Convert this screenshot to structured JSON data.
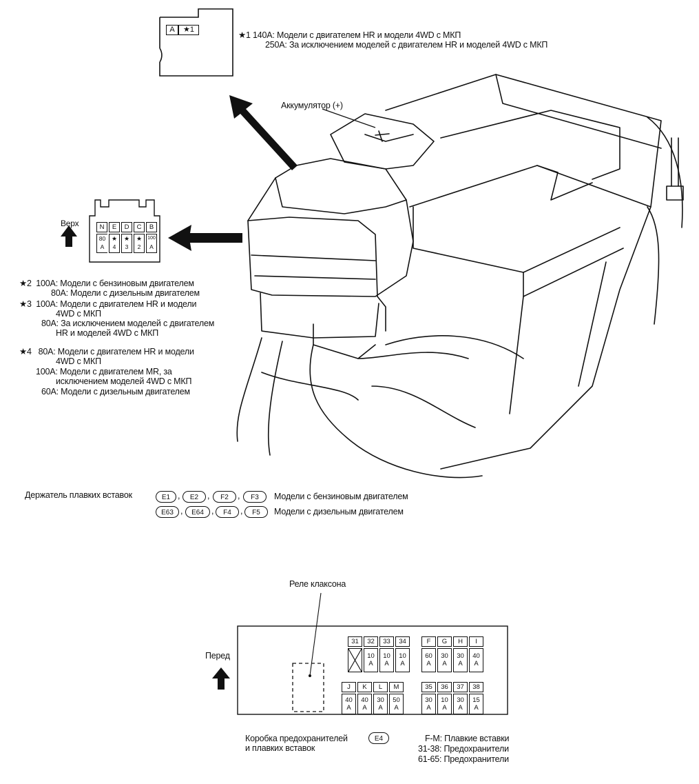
{
  "connector_top": {
    "label_A": "A",
    "label_star": "★1"
  },
  "note_star1": {
    "line1": "★1 140A: Модели с двигателем HR и модели 4WD с МКП",
    "line2": "250A: За исключением моделей с двигателем HR и моделей 4WD с МКП"
  },
  "battery_label": "Аккумулятор (+)",
  "side_connector": {
    "up_label": "Верх",
    "headers": [
      "N",
      "E",
      "D",
      "C",
      "B"
    ],
    "values_top": [
      "80",
      "★",
      "★",
      "★",
      "100"
    ],
    "values_bottom": [
      "A",
      "4",
      "3",
      "2",
      "A"
    ]
  },
  "notes_left": [
    "★2  100A: Модели с бензиновым двигателем",
    "80A: Модели с дизельным двигателем",
    "★3  100A: Модели с двигателем HR и модели",
    "4WD с МКП",
    "80A: За исключением моделей с двигателем",
    "HR и моделей 4WD с МКП",
    "★4   80A: Модели с двигателем HR и модели",
    "4WD с МКП",
    "100A: Модели с двигателем MR, за",
    "исключением моделей 4WD с МКП",
    "60A: Модели с дизельным двигателем"
  ],
  "fuse_holder": {
    "title": "Держатель плавких вставок",
    "row1_codes": [
      "E1",
      "E2",
      "F2",
      "F3"
    ],
    "row1_text": "Модели с бензиновым двигателем",
    "row2_codes": [
      "E63",
      "E64",
      "F4",
      "F5"
    ],
    "row2_text": "Модели с дизельным двигателем"
  },
  "fuse_box": {
    "horn_relay_label": "Реле клаксона",
    "front_label": "Перед",
    "group_top_left": {
      "headers": [
        "31",
        "32",
        "33",
        "34"
      ],
      "values": [
        "",
        "10\nA",
        "10\nA",
        "10\nA"
      ]
    },
    "group_top_right": {
      "headers": [
        "F",
        "G",
        "H",
        "I"
      ],
      "values": [
        "60\nA",
        "30\nA",
        "30\nA",
        "40\nA"
      ]
    },
    "group_bottom_left": {
      "headers": [
        "J",
        "K",
        "L",
        "M"
      ],
      "values": [
        "40\nA",
        "40\nA",
        "30\nA",
        "50\nA"
      ]
    },
    "group_bottom_right": {
      "headers": [
        "35",
        "36",
        "37",
        "38"
      ],
      "values": [
        "30\nA",
        "10\nA",
        "30\nA",
        "15\nA"
      ]
    },
    "caption_line1": "Коробка предохранителей",
    "caption_line2": "и плавких вставок",
    "caption_code": "E4",
    "legend": [
      "F-M: Плавкие вставки",
      "31-38: Предохранители",
      "61-65: Предохранители"
    ]
  }
}
